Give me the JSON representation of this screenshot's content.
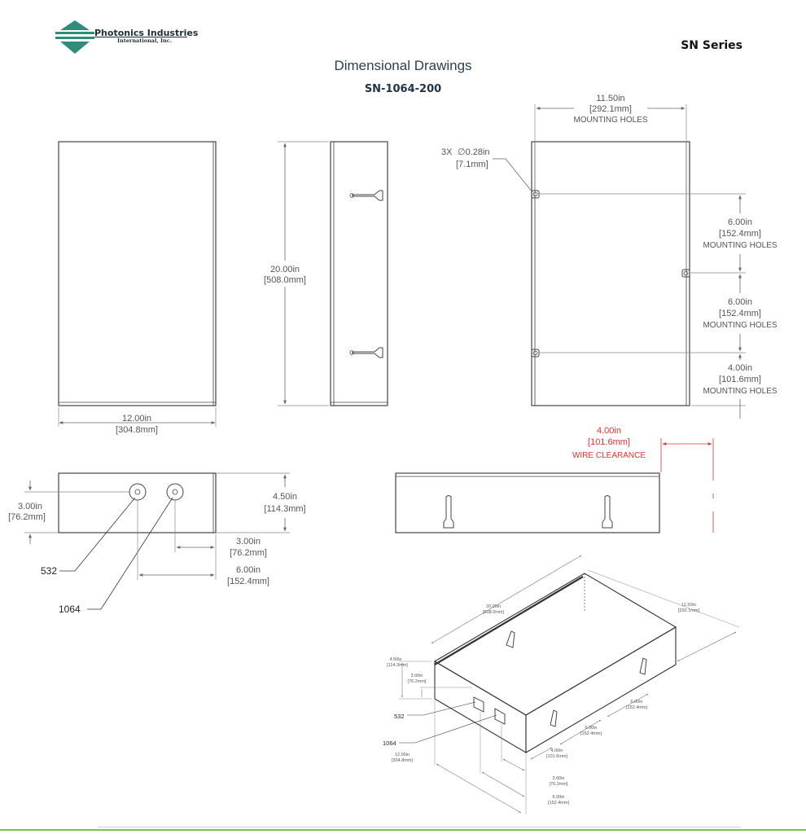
{
  "header": {
    "company_name": "Photonics Industries",
    "company_sub": "International, Inc.",
    "series": "SN Series",
    "title": "Dimensional Drawings",
    "model": "SN-1064-200"
  },
  "colors": {
    "logo_teal": "#2f8b7a",
    "dimension_red": "#e03030",
    "footer_green": "#7dc24a"
  },
  "front_view": {
    "width_in": "12.00in",
    "width_mm": "[304.8mm]"
  },
  "side_view": {
    "height_in": "20.00in",
    "height_mm": "[508.0mm]"
  },
  "mounting_view": {
    "hole_spacing_in": "11.50in",
    "hole_spacing_mm": "[292.1mm]",
    "hole_spacing_label": "MOUNTING HOLES",
    "hole_count_prefix": "3X",
    "hole_diameter_in": "∅0.28in",
    "hole_diameter_mm": "[7.1mm]",
    "vspacings": [
      {
        "in": "6.00in",
        "mm": "[152.4mm]",
        "label": "MOUNTING HOLES"
      },
      {
        "in": "6.00in",
        "mm": "[152.4mm]",
        "label": "MOUNTING HOLES"
      },
      {
        "in": "4.00in",
        "mm": "[101.6mm]",
        "label": "MOUNTING HOLES"
      }
    ]
  },
  "top_view": {
    "height_in": "4.50in",
    "height_mm": "[114.3mm]",
    "port_offset_in": "3.00in",
    "port_offset_mm": "[76.2mm]",
    "port1_in": "3.00in",
    "port1_mm": "[76.2mm]",
    "port2_in": "6.00in",
    "port2_mm": "[152.4mm]",
    "port_labels": [
      "532",
      "1064"
    ]
  },
  "wire_clearance": {
    "in": "4.00in",
    "mm": "[101.6mm]",
    "label": "WIRE CLEARANCE"
  },
  "iso_view": {
    "length_in": "20.00in",
    "length_mm": "[508.0mm]",
    "depth_in": "11.50in",
    "depth_mm": "[292.1mm]",
    "height_in": "4.50in",
    "height_mm": "[114.3mm]",
    "port_height_in": "3.00in",
    "port_height_mm": "[76.2mm]",
    "width_in": "12.00in",
    "width_mm": "[304.8mm]",
    "hole1_in": "6.00in",
    "hole1_mm": "[152.4mm]",
    "hole2_in": "6.00in",
    "hole2_mm": "[152.4mm]",
    "hole3_in": "4.00in",
    "hole3_mm": "[101.6mm]",
    "port1_in": "3.00in",
    "port1_mm": "[76.2mm]",
    "port2_in": "6.00in",
    "port2_mm": "[152.4mm]",
    "port_labels": [
      "532",
      "1064"
    ]
  }
}
